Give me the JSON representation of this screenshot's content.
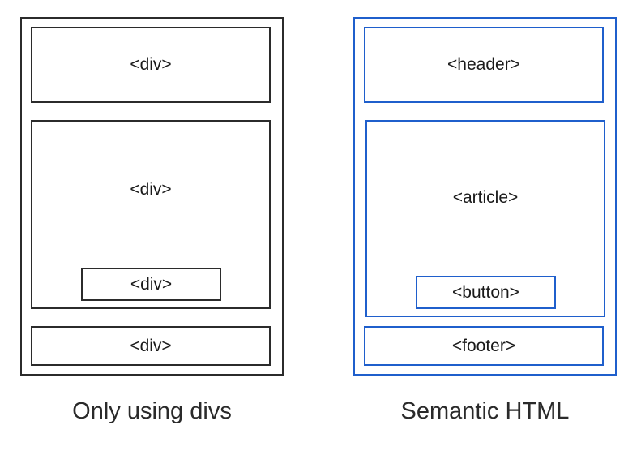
{
  "left_diagram": {
    "top": "<div>",
    "middle": "<div>",
    "inner": "<div>",
    "bottom": "<div>",
    "caption": "Only using divs"
  },
  "right_diagram": {
    "header": "<header>",
    "article": "<article>",
    "button": "<button>",
    "footer": "<footer>",
    "caption": "Semantic HTML"
  },
  "colors": {
    "left_border": "#2b2b2b",
    "right_border": "#1f5fcc"
  }
}
